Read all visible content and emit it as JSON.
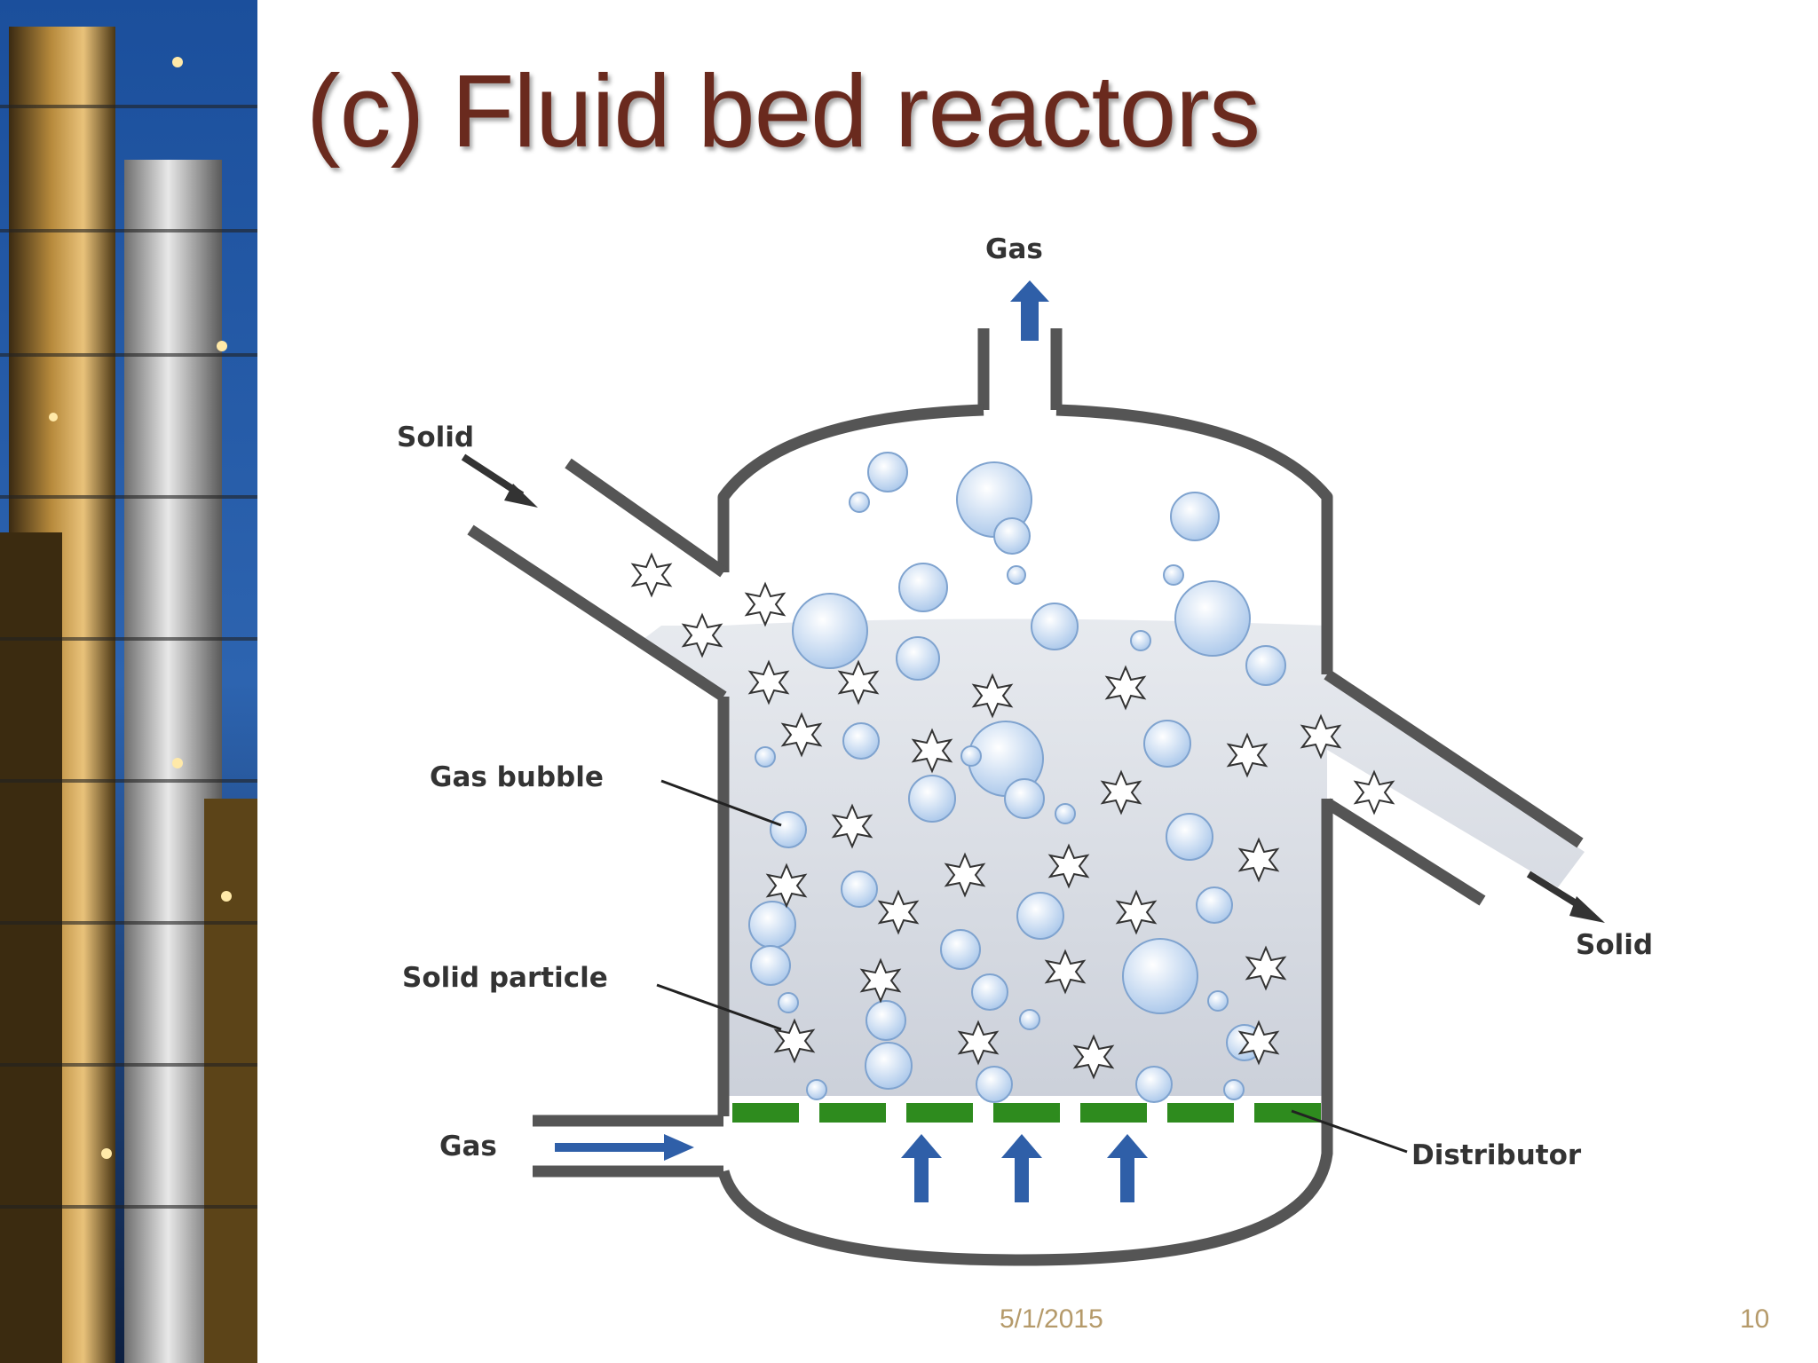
{
  "slide": {
    "title": "(c) Fluid bed reactors",
    "date": "5/1/2015",
    "page_number": "10"
  },
  "diagram": {
    "labels": {
      "gas_top": "Gas",
      "solid_in": "Solid",
      "gas_bubble": "Gas bubble",
      "solid_particle": "Solid particle",
      "gas_in": "Gas",
      "solid_out": "Solid",
      "distributor": "Distributor"
    },
    "colors": {
      "wall": "#555555",
      "arrow": "#2f5fa8",
      "distributor": "#2e8b1e",
      "bed": "#d8dde6",
      "bubble": "#c9ddf2",
      "title": "#6a2a1e"
    }
  }
}
